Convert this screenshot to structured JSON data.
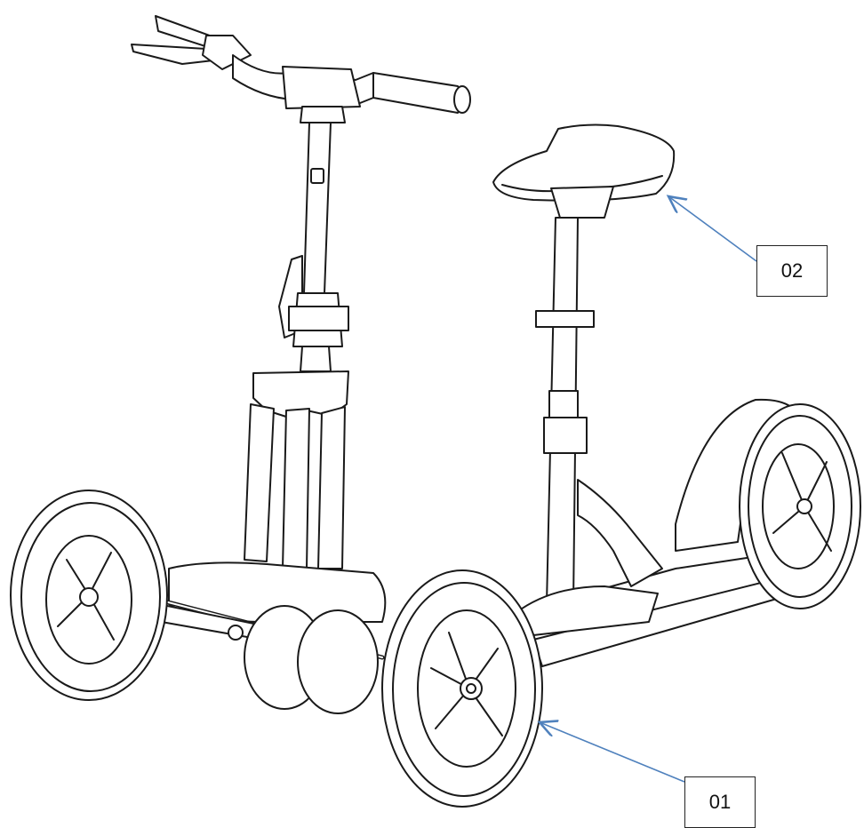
{
  "callouts": [
    {
      "id": "02",
      "label": "02",
      "target": "seat"
    },
    {
      "id": "01",
      "label": "01",
      "target": "front-right-wheel"
    }
  ],
  "colors": {
    "line": "#1a1a1a",
    "arrow": "#4f81bd",
    "background": "#ffffff"
  }
}
